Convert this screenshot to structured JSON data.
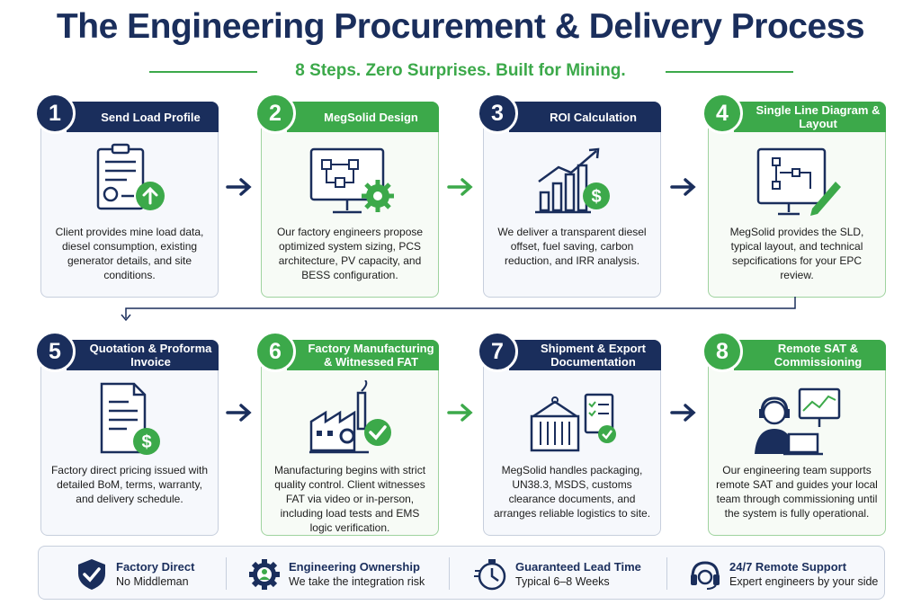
{
  "title": "The Engineering Procurement & Delivery Process",
  "subtitle": "8 Steps. Zero Surprises. Built for Mining.",
  "colors": {
    "navy": "#1a2e5c",
    "green": "#3ca94a"
  },
  "steps": [
    {
      "number": "1",
      "title": "Send Load Profile",
      "icon": "clipboard-upload-icon",
      "description": "Client provides mine load data, diesel consumption, existing generator details, and site conditions."
    },
    {
      "number": "2",
      "title": "MegSolid Design",
      "icon": "monitor-gear-icon",
      "description": "Our factory engineers propose optimized system sizing, PCS architecture, PV capacity, and BESS configuration."
    },
    {
      "number": "3",
      "title": "ROI Calculation",
      "icon": "growth-chart-dollar-icon",
      "description": "We deliver a transparent diesel offset, fuel saving, carbon reduction, and IRR analysis."
    },
    {
      "number": "4",
      "title": "Single Line Diagram & Layout",
      "icon": "diagram-pencil-icon",
      "description": "MegSolid provides the SLD, typical layout, and technical sepcifications for your EPC review."
    },
    {
      "number": "5",
      "title": "Quotation & Proforma Invoice",
      "icon": "invoice-dollar-icon",
      "description": "Factory direct pricing issued with detailed BoM, terms, warranty, and delivery schedule."
    },
    {
      "number": "6",
      "title": "Factory Manufacturing & Witnessed FAT",
      "icon": "factory-check-icon",
      "description": "Manufacturing begins with strict quality control. Client witnesses FAT via video or in-person, including load tests and EMS logic verification."
    },
    {
      "number": "7",
      "title": "Shipment & Export Documentation",
      "icon": "container-checklist-icon",
      "description": "MegSolid handles packaging, UN38.3, MSDS, customs clearance documents, and arranges reliable logistics to site."
    },
    {
      "number": "8",
      "title": "Remote SAT & Commissioning",
      "icon": "support-monitor-icon",
      "description": "Our engineering team supports remote SAT and guides your local team through commissioning until the system is fully operational."
    }
  ],
  "footer": [
    {
      "title": "Factory Direct",
      "subtitle": "No Middleman",
      "icon": "shield-check-icon"
    },
    {
      "title": "Engineering Ownership",
      "subtitle": "We take the integration risk",
      "icon": "gear-person-icon"
    },
    {
      "title": "Guaranteed Lead Time",
      "subtitle": "Typical 6–8 Weeks",
      "icon": "stopwatch-icon"
    },
    {
      "title": "24/7 Remote Support",
      "subtitle": "Expert engineers by your side",
      "icon": "headset-icon"
    }
  ]
}
